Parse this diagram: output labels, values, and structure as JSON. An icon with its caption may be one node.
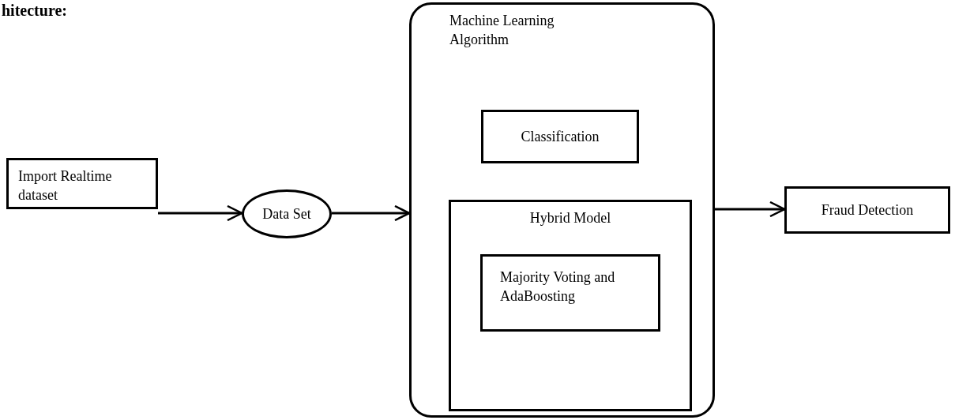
{
  "diagram": {
    "nodes": [
      {
        "text": [
          "Import Realtime dataset"
        ]
      },
      {
        "text": [
          "Data Set"
        ]
      },
      {
        "text": [
          "Machine Learning Algorithm"
        ]
      },
      {
        "text": [
          "Classification"
        ],
        "in": 2
      },
      {
        "text": [
          "Hybrid Model"
        ],
        "in": 2
      },
      {
        "text": [
          "Majority Voting and AdaBoosting"
        ],
        "in": 4
      },
      {
        "text": [
          "Fraud Detection"
        ]
      }
    ],
    "edges": [
      {
        "from": 0,
        "to": 1,
        "arrow": "to"
      },
      {
        "from": 1,
        "to": 2,
        "arrow": "to"
      },
      {
        "from": 2,
        "to": 6,
        "arrow": "to"
      }
    ],
    "labels": [
      "hitecture:"
    ]
  }
}
